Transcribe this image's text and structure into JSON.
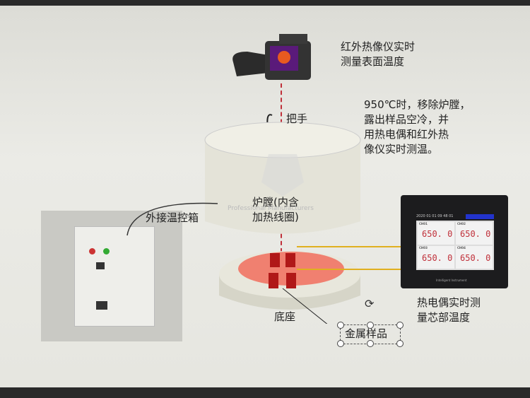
{
  "labels": {
    "camera": [
      "红外热像仪实时",
      "测量表面温度"
    ],
    "procedure": [
      "950℃时，移除炉膛，",
      "露出样品空冷，并",
      "用热电偶和红外热",
      "像仪实时测温。"
    ],
    "handle": "把手",
    "chamber": [
      "炉膛(内含",
      "加热线圈)"
    ],
    "controller": "外接温控箱",
    "base": "底座",
    "sample": "金属样品",
    "thermocouple": [
      "热电偶实时测",
      "量芯部温度"
    ]
  },
  "recorder": {
    "datetime": "2020 01 01 09 48 01",
    "channels": [
      {
        "name": "CH01",
        "unit": "℃",
        "value": "650. 0"
      },
      {
        "name": "CH02",
        "unit": "℃",
        "value": "650. 0"
      },
      {
        "name": "CH03",
        "unit": "℃",
        "value": "650. 0"
      },
      {
        "name": "CH04",
        "unit": "℃",
        "value": "650. 0"
      }
    ],
    "footer": "Intelligent Instrument"
  },
  "watermark": "Professional Manufacturers",
  "colors": {
    "probe_line": "#c0303a",
    "wire": "#e0b020",
    "sample": "#b01818",
    "disc": "#f08070"
  }
}
